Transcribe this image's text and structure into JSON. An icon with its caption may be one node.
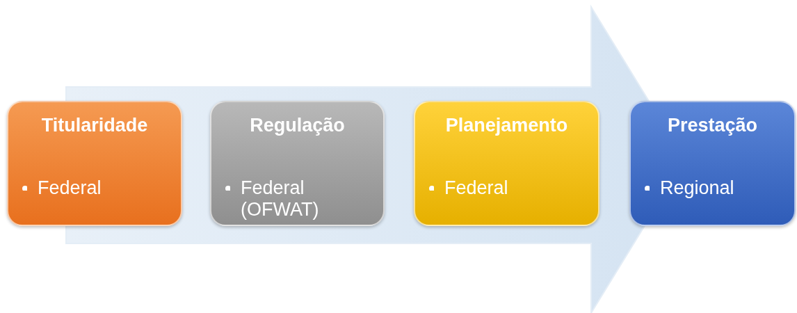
{
  "diagram": {
    "nodes": [
      {
        "text": [
          "Titularidade",
          "Federal"
        ]
      },
      {
        "text": [
          "Regulação",
          "Federal (OFWAT)"
        ]
      },
      {
        "text": [
          "Planejamento",
          "Federal"
        ]
      },
      {
        "text": [
          "Prestação",
          "Regional"
        ]
      }
    ]
  }
}
